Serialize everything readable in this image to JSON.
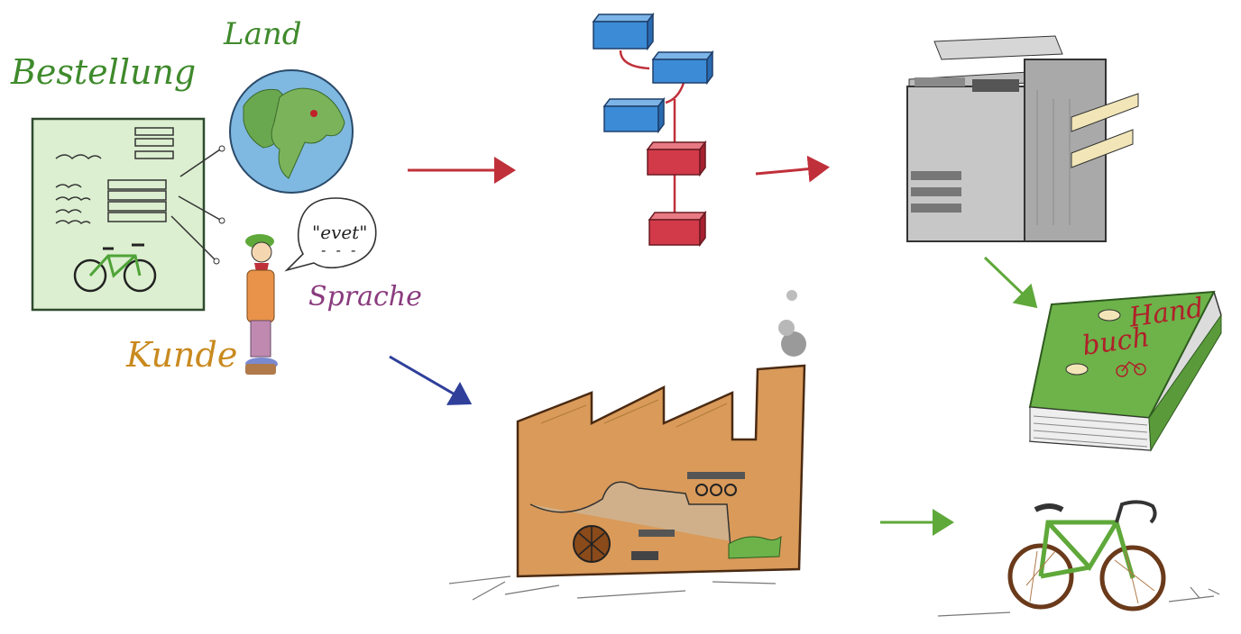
{
  "labels": {
    "bestellung": "Bestellung",
    "land": "Land",
    "kunde": "Kunde",
    "sprache": "Sprache",
    "speech_line1": "\"evet\"",
    "speech_line2": "- - -",
    "handbuch_line1": "Hand",
    "handbuch_line2": "buch"
  },
  "colors": {
    "label_green": "#3f8a2c",
    "label_orange": "#c98a1f",
    "label_purple": "#8a3b7e",
    "arrow_red": "#c0303a",
    "arrow_blue": "#2f3f9a",
    "arrow_green": "#5fa83a",
    "block_blue": "#3c8bd6",
    "block_red": "#d23a4a",
    "factory": "#d99a5a",
    "book_green": "#6db34a"
  },
  "icons": [
    "order-form-icon",
    "globe-icon",
    "customer-icon",
    "speech-bubble-icon",
    "document-structure-icon",
    "printer-icon",
    "manual-book-icon",
    "factory-icon",
    "bicycle-icon"
  ]
}
